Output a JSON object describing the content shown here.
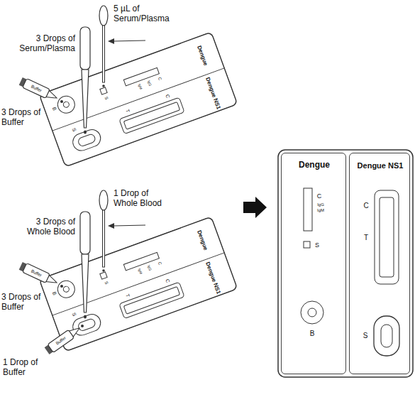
{
  "diagram": {
    "nodes": [
      {
        "text": [
          "Dengue"
        ]
      },
      {
        "text": [
          "Dengue NS1"
        ]
      },
      {
        "text": [
          "Dengue"
        ]
      },
      {
        "text": [
          "Dengue NS1"
        ]
      },
      {
        "text": [
          "Dengue"
        ]
      },
      {
        "text": [
          "Dengue NS1"
        ]
      }
    ],
    "labels": [
      "5 µL of Serum/Plasma",
      "3 Drops of Serum/Plasma",
      "3 Drops of Buffer",
      "Buffer",
      "B",
      "S",
      "C",
      "IgG",
      "IgM",
      "S",
      "T",
      "C",
      "1 Drop of Whole Blood",
      "3 Drops of Whole Blood",
      "3 Drops of Buffer",
      "1 Drop of Buffer",
      "Buffer",
      "Buffer",
      "B",
      "S",
      "C",
      "IgG",
      "IgM",
      "S",
      "T",
      "C",
      "C",
      "IgG",
      "IgM",
      "S",
      "B",
      "C",
      "T",
      "S"
    ]
  }
}
